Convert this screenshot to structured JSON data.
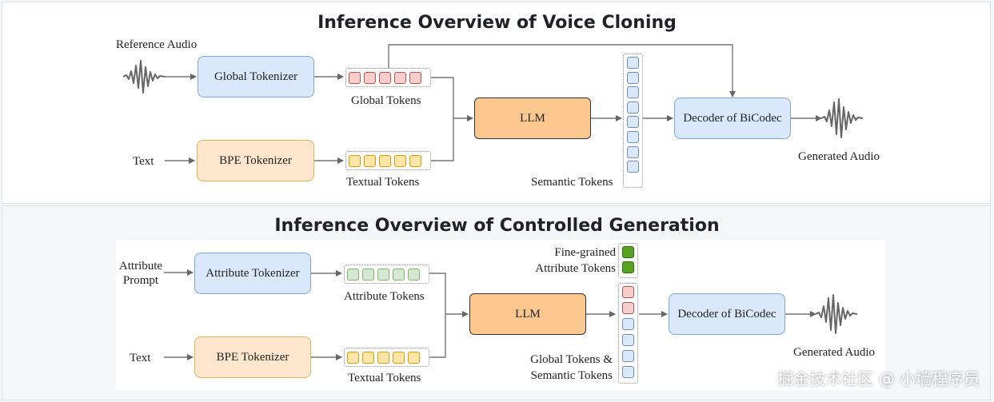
{
  "top": {
    "title": "Inference Overview of Voice Cloning",
    "reference_audio_label": "Reference Audio",
    "text_label": "Text",
    "global_tokenizer": "Global Tokenizer",
    "bpe_tokenizer": "BPE Tokenizer",
    "global_tokens_label": "Global Tokens",
    "textual_tokens_label": "Textual Tokens",
    "llm": "LLM",
    "semantic_tokens_label": "Semantic Tokens",
    "decoder": "Decoder of BiCodec",
    "generated_audio_label": "Generated Audio"
  },
  "bottom": {
    "title": "Inference Overview of Controlled Generation",
    "attribute_prompt_line1": "Attribute",
    "attribute_prompt_line2": "Prompt",
    "text_label": "Text",
    "attribute_tokenizer": "Attribute Tokenizer",
    "bpe_tokenizer": "BPE Tokenizer",
    "attribute_tokens_label": "Attribute Tokens",
    "textual_tokens_label": "Textual Tokens",
    "llm": "LLM",
    "fine_grained_line1": "Fine-grained",
    "fine_grained_line2": "Attribute Tokens",
    "global_semantic_line1": "Global Tokens &",
    "global_semantic_line2": "Semantic Tokens",
    "decoder": "Decoder of BiCodec",
    "generated_audio_label": "Generated Audio"
  },
  "watermark": "掘金技术社区 @ 小墙程序员",
  "colors": {
    "tokenizer_blue": "#dae8fc",
    "bpe_orange": "#ffe6cc",
    "llm_orange": "#fcc88f",
    "global_token_red": "#f8cecc",
    "textual_token_yellow": "#ffe6a8",
    "semantic_token_blue": "#dae8fc",
    "attribute_token_green": "#d5e8d4",
    "fine_grained_green": "#5aa024"
  },
  "icons": [
    "waveform-icon"
  ]
}
